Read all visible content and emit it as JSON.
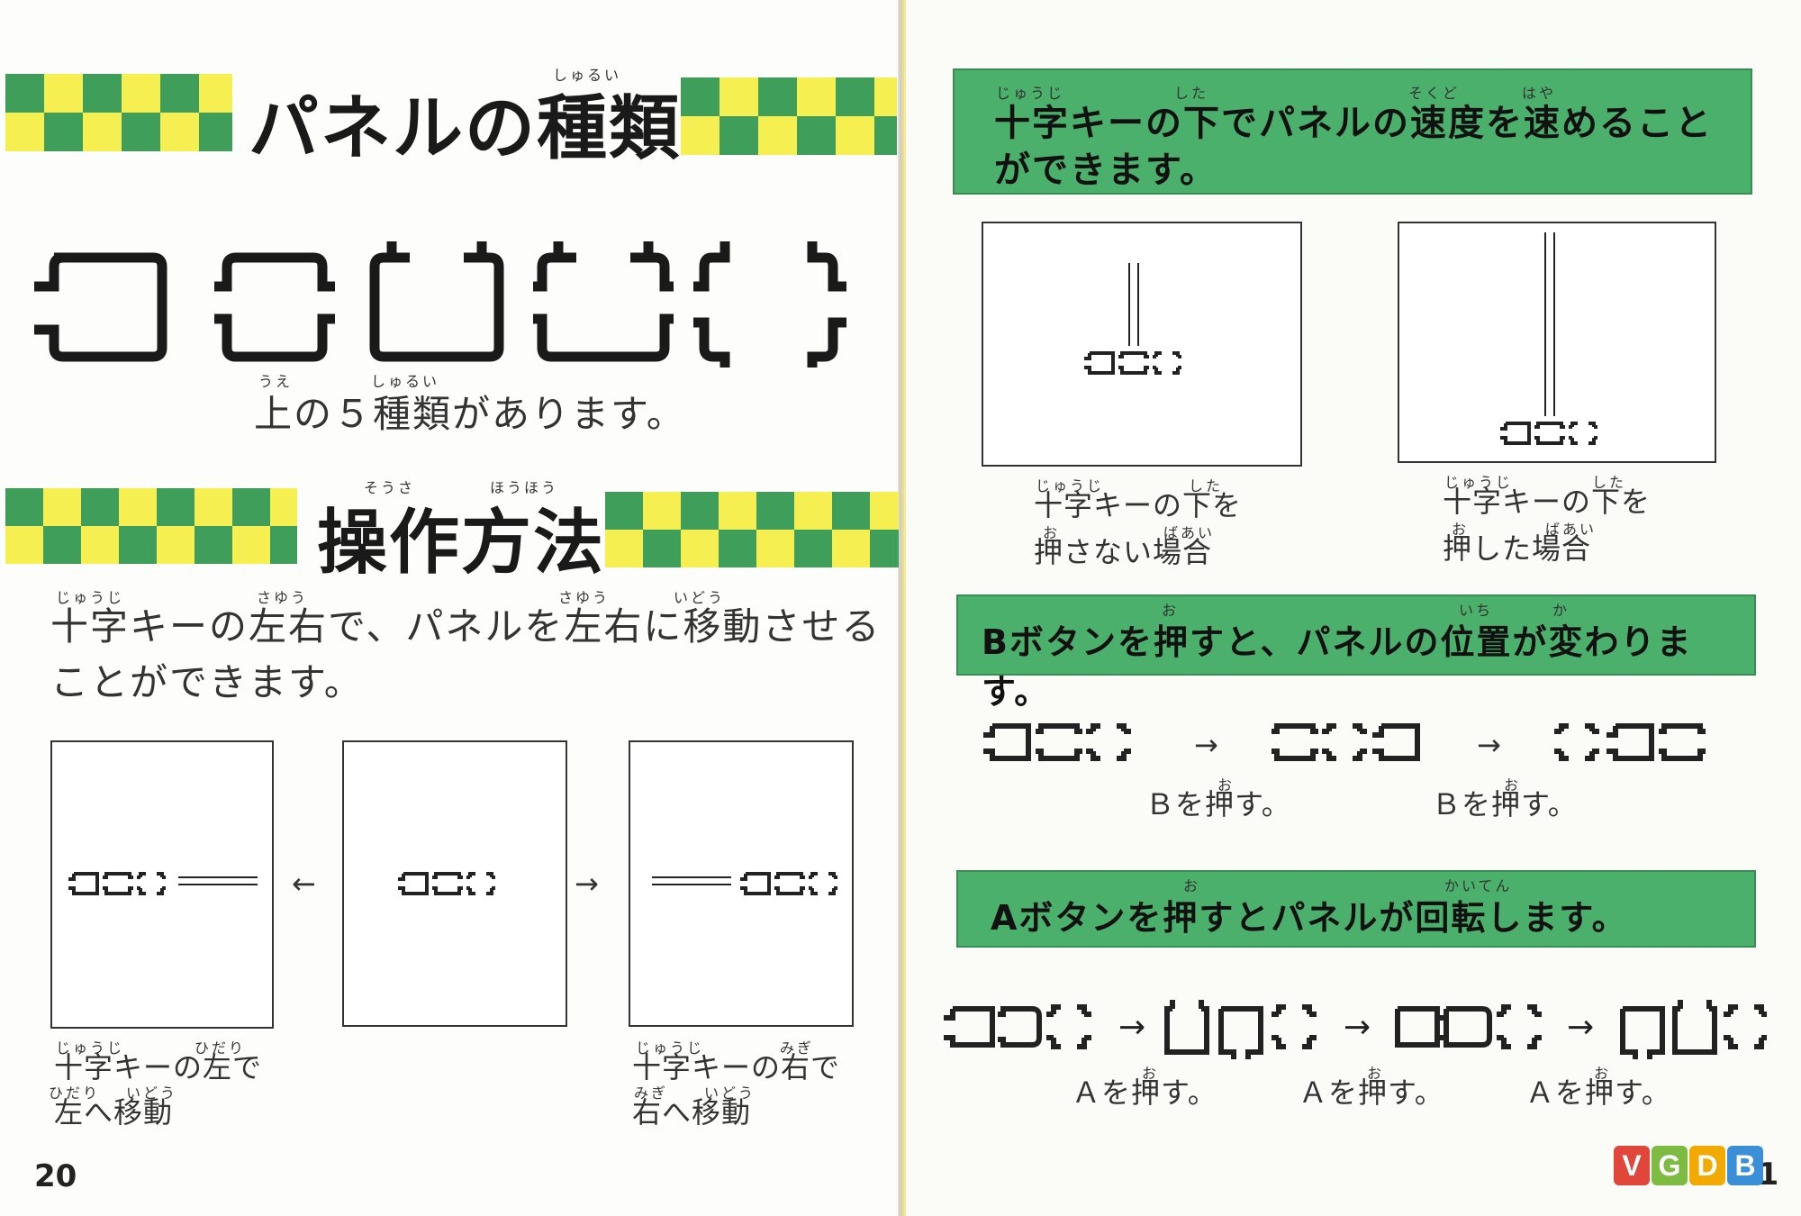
{
  "colors": {
    "checker_green": "#3f9f5a",
    "checker_yellow": "#f6ef52",
    "banner_green": "#4bb06b",
    "ink": "#222222"
  },
  "left_page": {
    "title1": "パネルの種類",
    "title1_ruby": "しゅるい",
    "panel_types_caption": "上の５種類があります。",
    "panel_types_ruby_ue": "うえ",
    "panel_types_ruby_shurui": "しゅるい",
    "title2": "操作方法",
    "title2_ruby_sousa": "そうさ",
    "title2_ruby_houhou": "ほうほう",
    "instruction_line1": "十字キーの左右で、パネルを左右に移動させる",
    "instruction_line2": "ことができます。",
    "ruby_juuji": "じゅうじ",
    "ruby_sayuu": "さゆう",
    "ruby_sayuu2": "さゆう",
    "ruby_idou": "いどう",
    "left_caption_line1": "十字キーの左で",
    "left_caption_line2": "左へ移動",
    "left_ruby_juuji": "じゅうじ",
    "left_ruby_hidari": "ひだり",
    "left_ruby_hidari2": "ひだり",
    "left_ruby_idou": "いどう",
    "right_caption_line1": "十字キーの右で",
    "right_caption_line2": "右へ移動",
    "right_ruby_juuji": "じゅうじ",
    "right_ruby_migi": "みぎ",
    "right_ruby_migi2": "みぎ",
    "right_ruby_idou": "いどう",
    "arrow_left": "←",
    "arrow_right": "→",
    "page_number": "20"
  },
  "right_page": {
    "banner1_line1": "十字キーの下でパネルの速度を速めること",
    "banner1_line2": "ができます。",
    "banner1_ruby_juuji": "じゅうじ",
    "banner1_ruby_shita": "した",
    "banner1_ruby_sokudo": "そくど",
    "banner1_ruby_haya": "はや",
    "caption_not_pressed_line1": "十字キーの下を",
    "caption_not_pressed_line2": "押さない場合",
    "caption_pressed_line1": "十字キーの下を",
    "caption_pressed_line2": "押した場合",
    "caption_ruby_juuji": "じゅうじ",
    "caption_ruby_shita": "した",
    "caption_ruby_o": "お",
    "caption_ruby_baai": "ばあい",
    "banner2": "Bボタンを押すと、パネルの位置が変わります。",
    "banner2_ruby_o": "お",
    "banner2_ruby_ichi": "いち",
    "banner2_ruby_ka": "か",
    "b_press_label": "Ｂを押す。",
    "b_ruby_o": "お",
    "arrow_right": "→",
    "banner3": "Aボタンを押すとパネルが回転します。",
    "banner3_ruby_o": "お",
    "banner3_ruby_kaiten": "かいてん",
    "a_press_label": "Ａを押す。",
    "a_ruby_o": "お",
    "page_number": "21"
  },
  "watermark": {
    "letters": [
      "V",
      "G",
      "D",
      "B"
    ],
    "colors": [
      "#e0463a",
      "#7dbb42",
      "#f2a900",
      "#3b8fd6"
    ]
  }
}
